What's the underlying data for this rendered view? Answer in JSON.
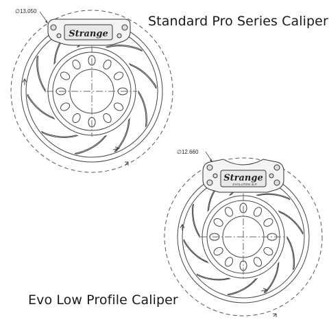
{
  "titles": {
    "top": "Standard Pro Series Caliper",
    "bottom": "Evo Low Profile Caliper"
  },
  "callouts": {
    "top_diameter": "∅13.050",
    "bottom_diameter": "∅12.660"
  },
  "logos": {
    "brand": "Strange",
    "evo_subtext": "EVOLUTION 4LP"
  },
  "colors": {
    "line": "#444444",
    "dash": "#555555",
    "text": "#1a1a1a"
  }
}
